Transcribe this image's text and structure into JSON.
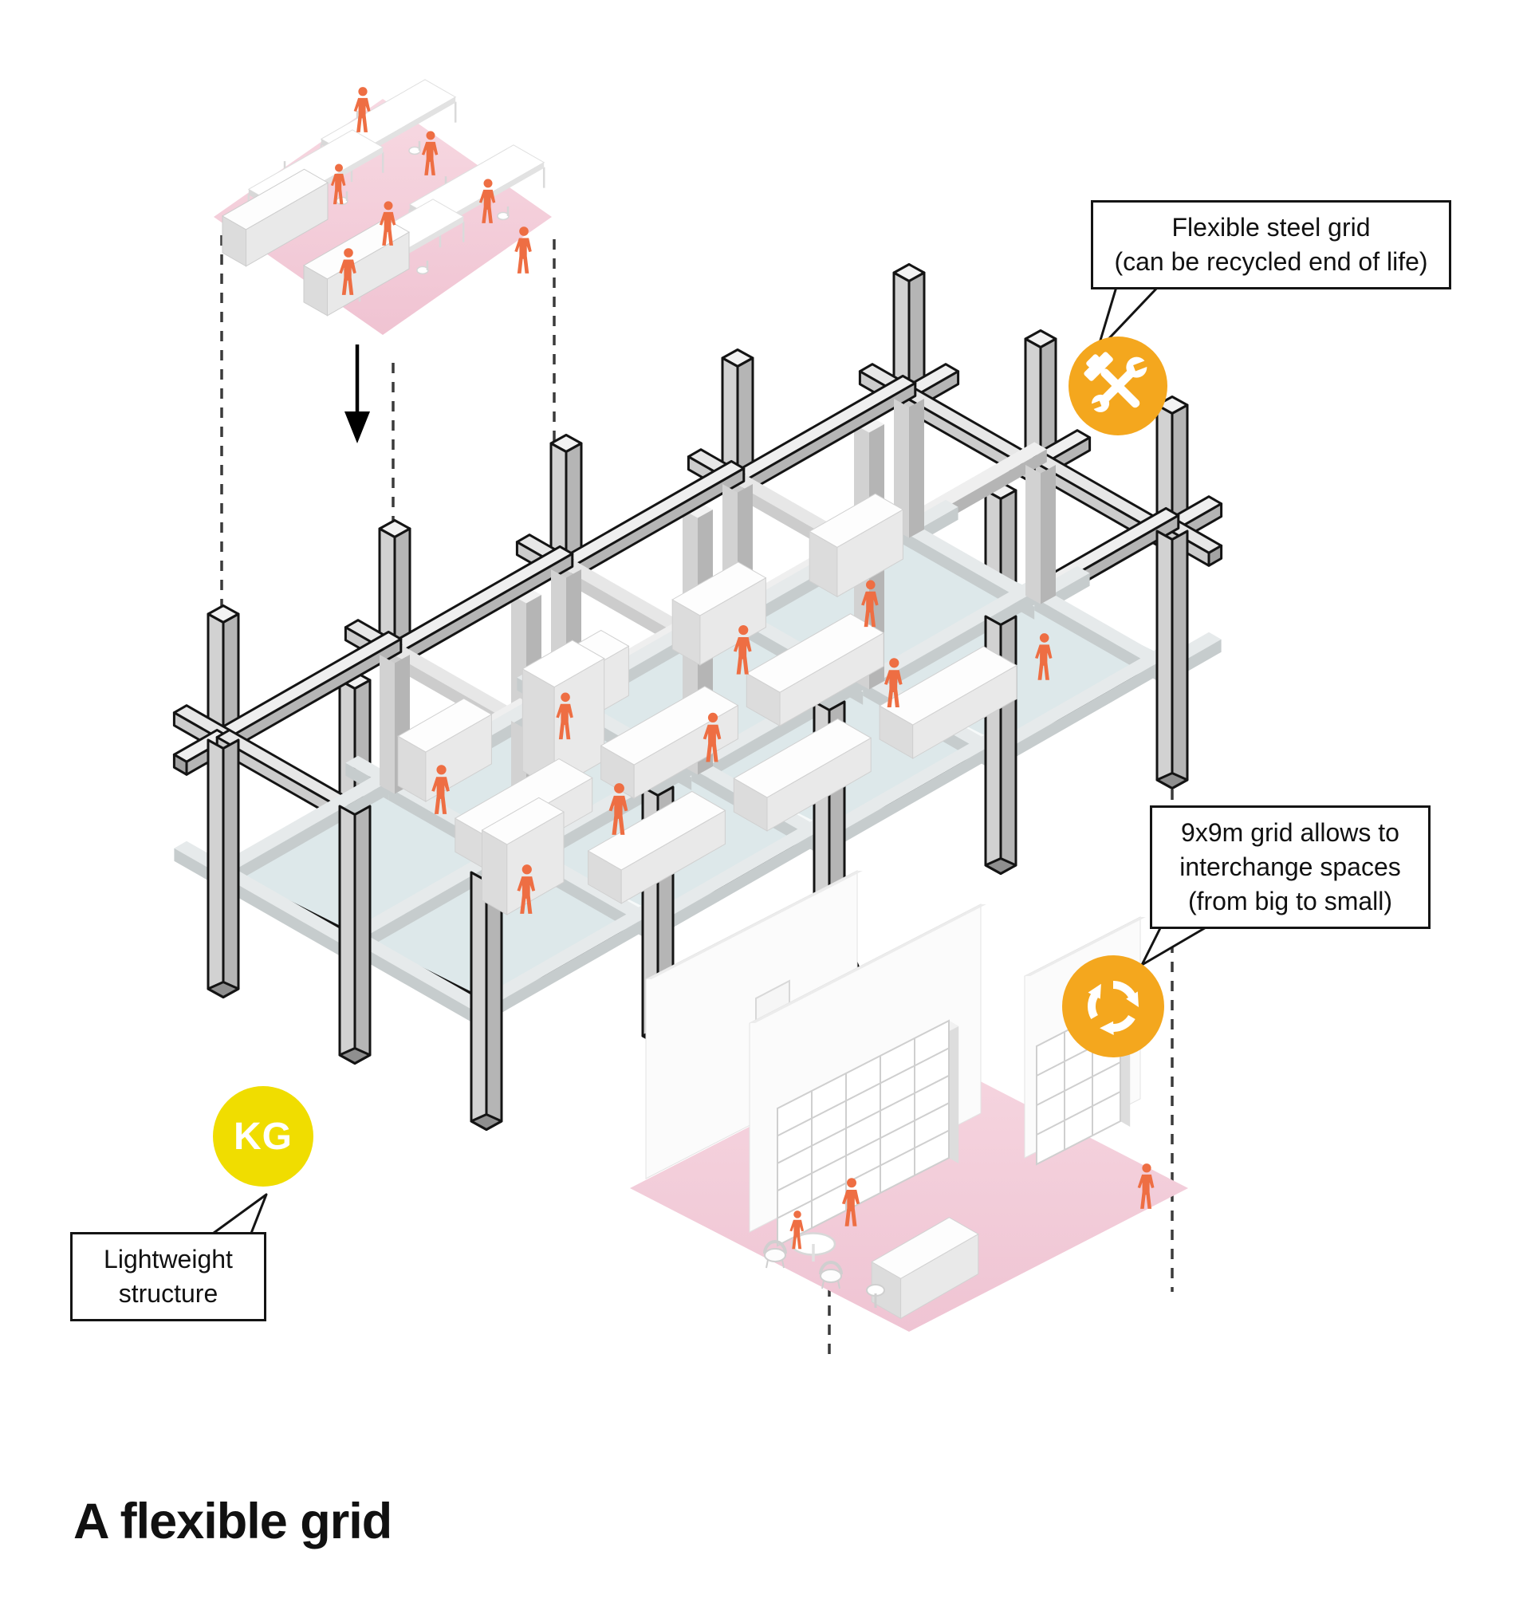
{
  "title": "A flexible grid",
  "callouts": {
    "steel_grid": {
      "line1": "Flexible steel grid",
      "line2": "(can be recycled end of life)"
    },
    "grid_9x9": {
      "line1": "9x9m grid allows to",
      "line2": "interchange spaces",
      "line3": "(from big to small)"
    },
    "lightweight": {
      "line1": "Lightweight",
      "line2": "structure"
    }
  },
  "badges": {
    "kg": {
      "label": "KG",
      "icon": "kg-weight-badge"
    },
    "tools": {
      "icon": "hammer-wrench-icon"
    },
    "recycle": {
      "icon": "recycle-arrows-icon"
    }
  },
  "colors": {
    "ink": "#141414",
    "badge_orange": "#f4a71e",
    "kg_yellow": "#f0dd00",
    "people_orange": "#ee6e43",
    "plate_pink": "#f0c3d2",
    "plate_pink_light": "#f7d9e2",
    "floor_blue": "#dde8ea",
    "room_pink": "#efc4d3",
    "steel_top": "#f2f2f2",
    "steel_left": "#d2d2d2",
    "steel_right": "#b5b5b5"
  }
}
